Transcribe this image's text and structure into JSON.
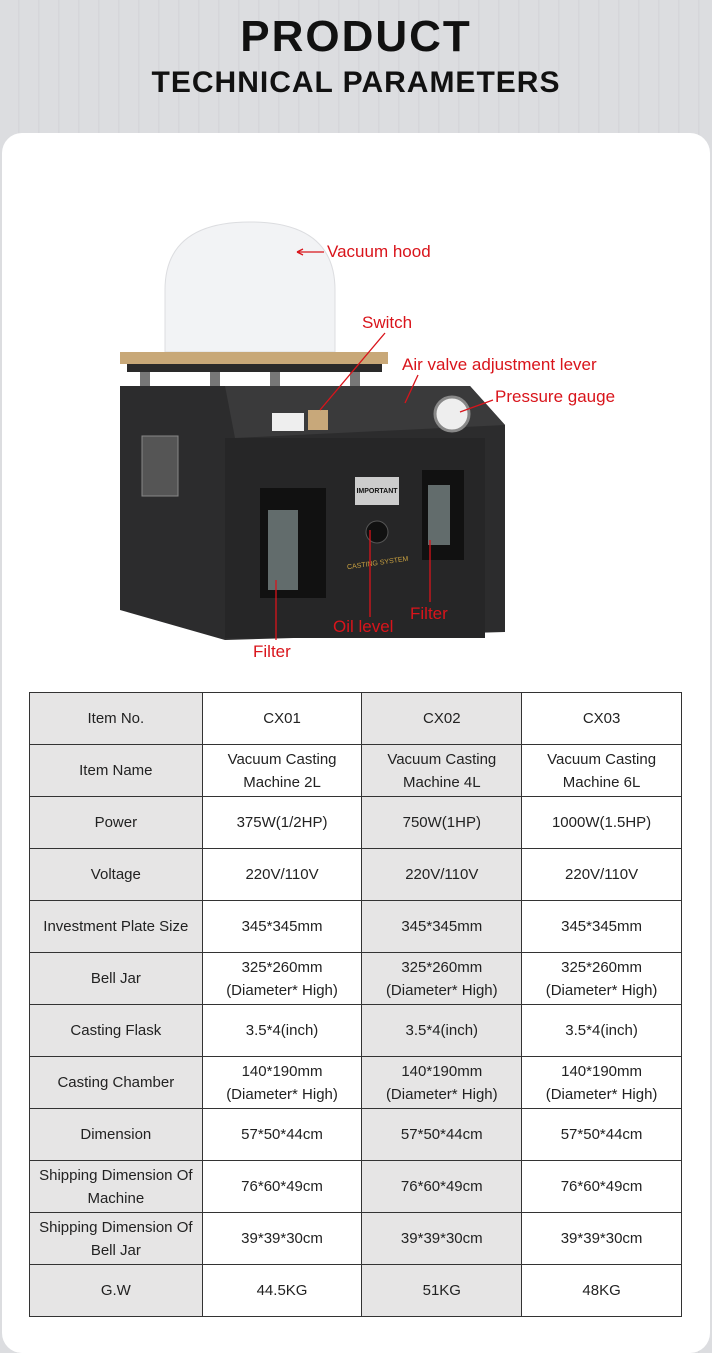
{
  "header": {
    "title": "PRODUCT",
    "subtitle": "TECHNICAL PARAMETERS"
  },
  "callouts": {
    "vacuum_hood": "Vacuum hood",
    "switch": "Switch",
    "air_valve": "Air valve adjustment lever",
    "pressure_gauge": "Pressure gauge",
    "filter_right": "Filter",
    "oil_level": "Oil level",
    "filter_left": "Filter"
  },
  "product_image": {
    "plate_text": "IMPORTANT",
    "panel_text": "CASTING SYSTEM"
  },
  "table": {
    "rows": [
      {
        "label": "Item No.",
        "values": [
          "CX01",
          "CX02",
          "CX03"
        ]
      },
      {
        "label": "Item Name",
        "values": [
          "Vacuum Casting Machine 2L",
          "Vacuum Casting Machine 4L",
          "Vacuum Casting Machine 6L"
        ]
      },
      {
        "label": "Power",
        "values": [
          "375W(1/2HP)",
          "750W(1HP)",
          "1000W(1.5HP)"
        ]
      },
      {
        "label": "Voltage",
        "values": [
          "220V/110V",
          "220V/110V",
          "220V/110V"
        ]
      },
      {
        "label": "Investment Plate Size",
        "values": [
          "345*345mm",
          "345*345mm",
          "345*345mm"
        ]
      },
      {
        "label": "Bell Jar",
        "values": [
          "325*260mm (Diameter* High)",
          "325*260mm (Diameter* High)",
          "325*260mm (Diameter* High)"
        ]
      },
      {
        "label": "Casting Flask",
        "values": [
          "3.5*4(inch)",
          "3.5*4(inch)",
          "3.5*4(inch)"
        ]
      },
      {
        "label": "Casting Chamber",
        "values": [
          "140*190mm (Diameter* High)",
          "140*190mm (Diameter* High)",
          "140*190mm (Diameter* High)"
        ]
      },
      {
        "label": "Dimension",
        "values": [
          "57*50*44cm",
          "57*50*44cm",
          "57*50*44cm"
        ]
      },
      {
        "label": "Shipping Dimension Of Machine",
        "values": [
          "76*60*49cm",
          "76*60*49cm",
          "76*60*49cm"
        ]
      },
      {
        "label": "Shipping Dimension Of  Bell Jar",
        "values": [
          "39*39*30cm",
          "39*39*30cm",
          "39*39*30cm"
        ]
      },
      {
        "label": "G.W",
        "values": [
          "44.5KG",
          "51KG",
          "48KG"
        ]
      }
    ]
  }
}
